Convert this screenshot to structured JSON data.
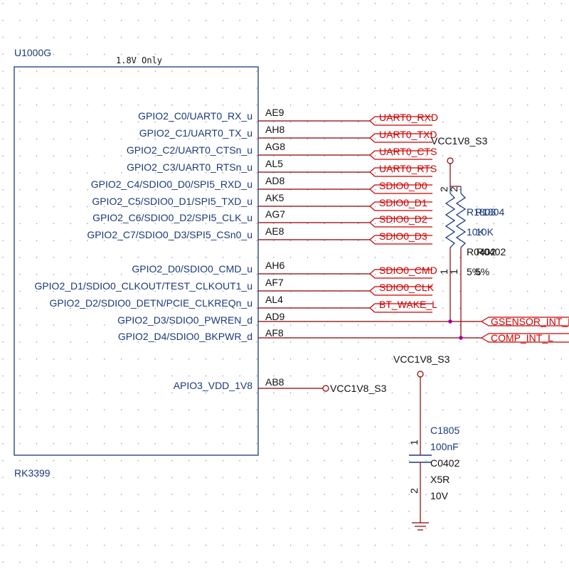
{
  "chip": {
    "ref": "U1000G",
    "part": "RK3399",
    "note": "1.8V Only"
  },
  "pins": [
    {
      "name": "GPIO2_C0/UART0_RX_u",
      "ball": "AE9",
      "net": "UART0_RXD"
    },
    {
      "name": "GPIO2_C1/UART0_TX_u",
      "ball": "AH8",
      "net": "UART0_TXD"
    },
    {
      "name": "GPIO2_C2/UART0_CTSn_u",
      "ball": "AG8",
      "net": "UART0_CTS"
    },
    {
      "name": "GPIO2_C3/UART0_RTSn_u",
      "ball": "AL5",
      "net": "UART0_RTS"
    },
    {
      "name": "GPIO2_C4/SDIO0_D0/SPI5_RXD_u",
      "ball": "AD8",
      "net": "SDIO0_D0"
    },
    {
      "name": "GPIO2_C5/SDIO0_D1/SPI5_TXD_u",
      "ball": "AK5",
      "net": "SDIO0_D1"
    },
    {
      "name": "GPIO2_C6/SDIO0_D2/SPI5_CLK_u",
      "ball": "AG7",
      "net": "SDIO0_D2"
    },
    {
      "name": "GPIO2_C7/SDIO0_D3/SPI5_CSn0_u",
      "ball": "AE8",
      "net": "SDIO0_D3"
    },
    {
      "name": "GPIO2_D0/SDIO0_CMD_u",
      "ball": "AH6",
      "net": "SDIO0_CMD"
    },
    {
      "name": "GPIO2_D1/SDIO0_CLKOUT/TEST_CLKOUT1_u",
      "ball": "AF7",
      "net": "SDIO0_CLK"
    },
    {
      "name": "GPIO2_D2/SDIO0_DETN/PCIE_CLKREQn_u",
      "ball": "AL4",
      "net": "BT_WAKE_L"
    },
    {
      "name": "GPIO2_D3/SDIO0_PWREN_d",
      "ball": "AD9",
      "net": "GSENSOR_INT_L"
    },
    {
      "name": "GPIO2_D4/SDIO0_BKPWR_d",
      "ball": "AF8",
      "net": "COMP_INT_L"
    },
    {
      "name": "APIO3_VDD_1V8",
      "ball": "AB8",
      "net": "VCC1V8_S3"
    }
  ],
  "pullups": {
    "rail": "VCC1V8_S3",
    "resistors": [
      {
        "ref": "R1803",
        "value": "10K",
        "package": "R0402",
        "tolerance": "5%",
        "pin_top": "2",
        "pin_bottom": "1"
      },
      {
        "ref": "R1804",
        "value": "10K",
        "package": "R0402",
        "tolerance": "5%",
        "pin_top": "2",
        "pin_bottom": "1"
      }
    ]
  },
  "decoupling": {
    "rail": "VCC1V8_S3",
    "ref": "C1805",
    "value": "100nF",
    "package": "C0402",
    "dielectric": "X5R",
    "voltage": "10V",
    "pin_top": "1",
    "pin_bottom": "2"
  },
  "colors": {
    "wire": "#8b0000",
    "part": "#1a3a7a",
    "net_label": "#cc0000",
    "grid": "#8080c0"
  }
}
